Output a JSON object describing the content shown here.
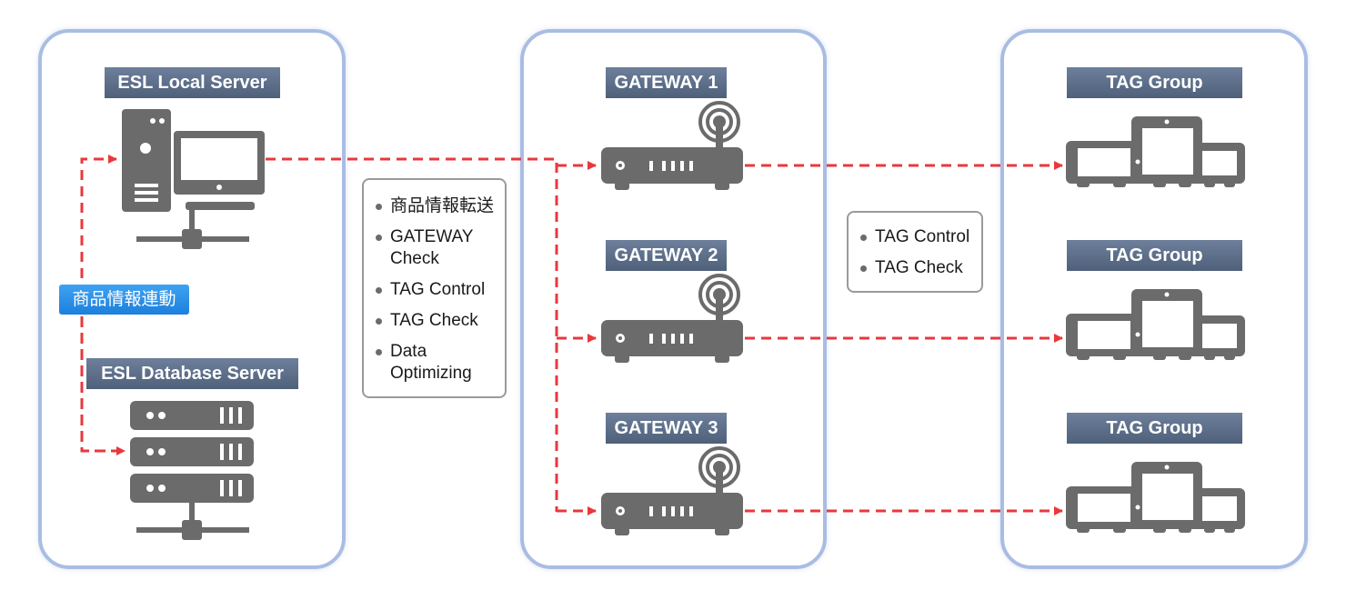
{
  "server_panel": {
    "local_server_label": "ESL Local Server",
    "database_server_label": "ESL Database Server",
    "link_badge": "商品情報連動"
  },
  "transfer_box": {
    "items": [
      "商品情報転送",
      "GATEWAY\nCheck",
      "TAG Control",
      "TAG Check",
      "Data\nOptimizing"
    ]
  },
  "gateway_panel": {
    "gateways": [
      "GATEWAY 1",
      "GATEWAY 2",
      "GATEWAY 3"
    ]
  },
  "tag_box": {
    "items": [
      "TAG Control",
      "TAG Check"
    ]
  },
  "tag_panel": {
    "groups": [
      "TAG Group",
      "TAG Group",
      "TAG Group"
    ]
  },
  "colors": {
    "panel_border": "#a9bde3",
    "arrow": "#e8383d",
    "icon": "#6b6b6b",
    "title_bg": "#56687f",
    "badge_bg": "#2a8de6"
  }
}
